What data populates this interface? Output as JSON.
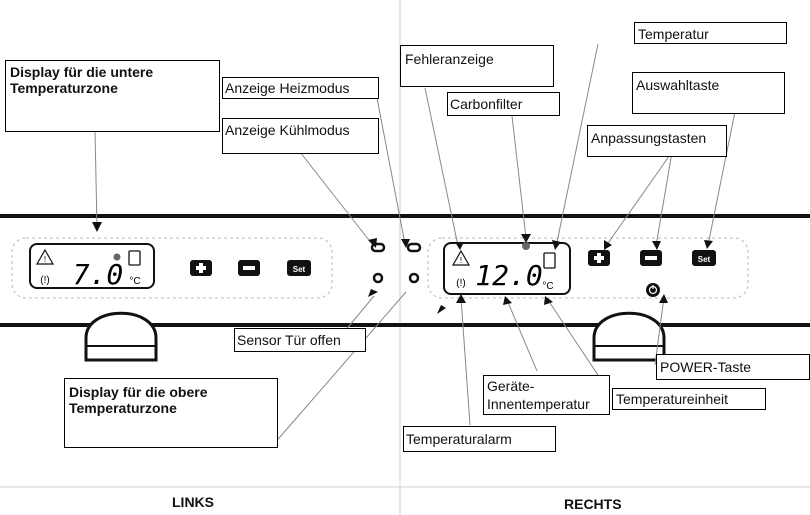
{
  "labels": {
    "display_lower": "Display für die untere Temperaturzone",
    "heat_mode": "Anzeige Heizmodus",
    "cool_mode": "Anzeige Kühlmodus",
    "sensor_door": "Sensor Tür offen",
    "display_upper": "Display für die obere Temperaturzone",
    "error": "Fehleranzeige",
    "carbon": "Carbonfilter",
    "temperature": "Temperatur",
    "select_key": "Auswahltaste",
    "adjust_keys": "Anpassungstasten",
    "power_key": "POWER-Taste",
    "inner_temp_1": "Geräte-",
    "inner_temp_2": "Innentemperatur",
    "temp_unit": "Temperatureinheit",
    "temp_alarm": "Temperaturalarm"
  },
  "panels": {
    "left_reading": "7.0",
    "right_reading": "12.0",
    "unit": "°C",
    "set_label": "Set"
  },
  "footer": {
    "left": "LINKS",
    "right": "RECHTS"
  }
}
